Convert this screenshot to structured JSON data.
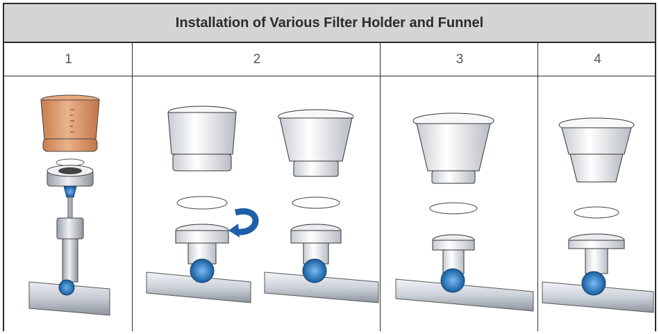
{
  "table": {
    "title": "Installation of Various Filter Holder and Funnel",
    "columns": [
      "1",
      "2",
      "3",
      "4"
    ]
  },
  "colors": {
    "header_bg": "#d4d4d4",
    "funnel_orange": "#d9956a",
    "valve_blue": "#1f6fb8",
    "arrow_blue": "#1f5fa8",
    "metal_gray": "#c9ccd1"
  },
  "icons": [
    "funnel-orange-icon",
    "filter-holder-icon",
    "manifold-valve-icon",
    "cup-funnel-icon",
    "o-ring-icon",
    "rotate-arrow-icon",
    "pipe-icon"
  ]
}
